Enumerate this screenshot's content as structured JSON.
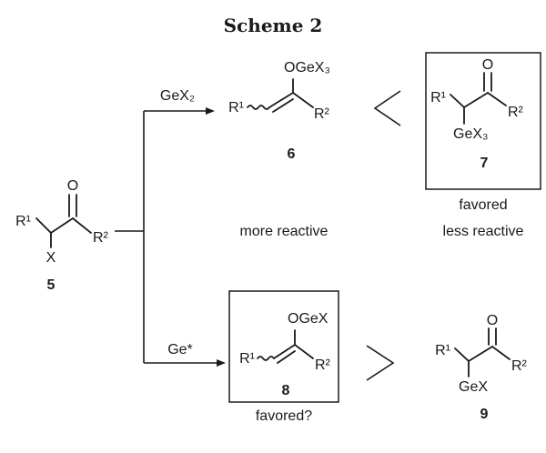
{
  "title": "Scheme 2",
  "reagents": {
    "upper": "GeX₂",
    "lower": "Ge*"
  },
  "compounds": {
    "c5": {
      "number": "5",
      "r1": "R¹",
      "r2": "R²",
      "oxygen": "O",
      "substituent": "X"
    },
    "c6": {
      "number": "6",
      "r1": "R¹",
      "r2": "R²",
      "group": "OGeX₃"
    },
    "c7": {
      "number": "7",
      "r1": "R¹",
      "r2": "R²",
      "oxygen": "O",
      "substituent": "GeX₃"
    },
    "c8": {
      "number": "8",
      "r1": "R¹",
      "r2": "R²",
      "group": "OGeX"
    },
    "c9": {
      "number": "9",
      "r1": "R¹",
      "r2": "R²",
      "oxygen": "O",
      "substituent": "GeX"
    }
  },
  "comparisons": {
    "upper": "less-than",
    "lower": "greater-than"
  },
  "labels": {
    "favored": "favored",
    "less_reactive": "less reactive",
    "more_reactive": "more reactive",
    "favored_question": "favored?"
  }
}
